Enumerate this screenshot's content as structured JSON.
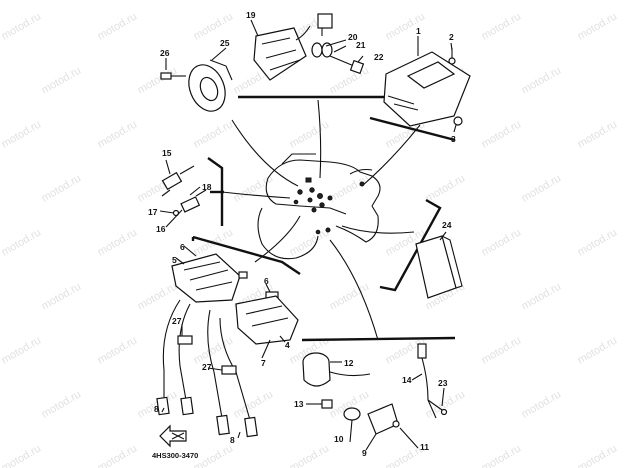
{
  "watermark": "motod.ru",
  "drawing_code": "4HS300-3470",
  "callouts": [
    "1",
    "2",
    "3",
    "4",
    "5",
    "6",
    "6",
    "7",
    "8",
    "8",
    "9",
    "10",
    "11",
    "12",
    "13",
    "14",
    "15",
    "16",
    "17",
    "18",
    "19",
    "20",
    "21",
    "22",
    "23",
    "24",
    "25",
    "26",
    "27",
    "27"
  ],
  "colors": {
    "ink": "#111111",
    "background": "#ffffff",
    "watermark": "#c9c9c9"
  }
}
